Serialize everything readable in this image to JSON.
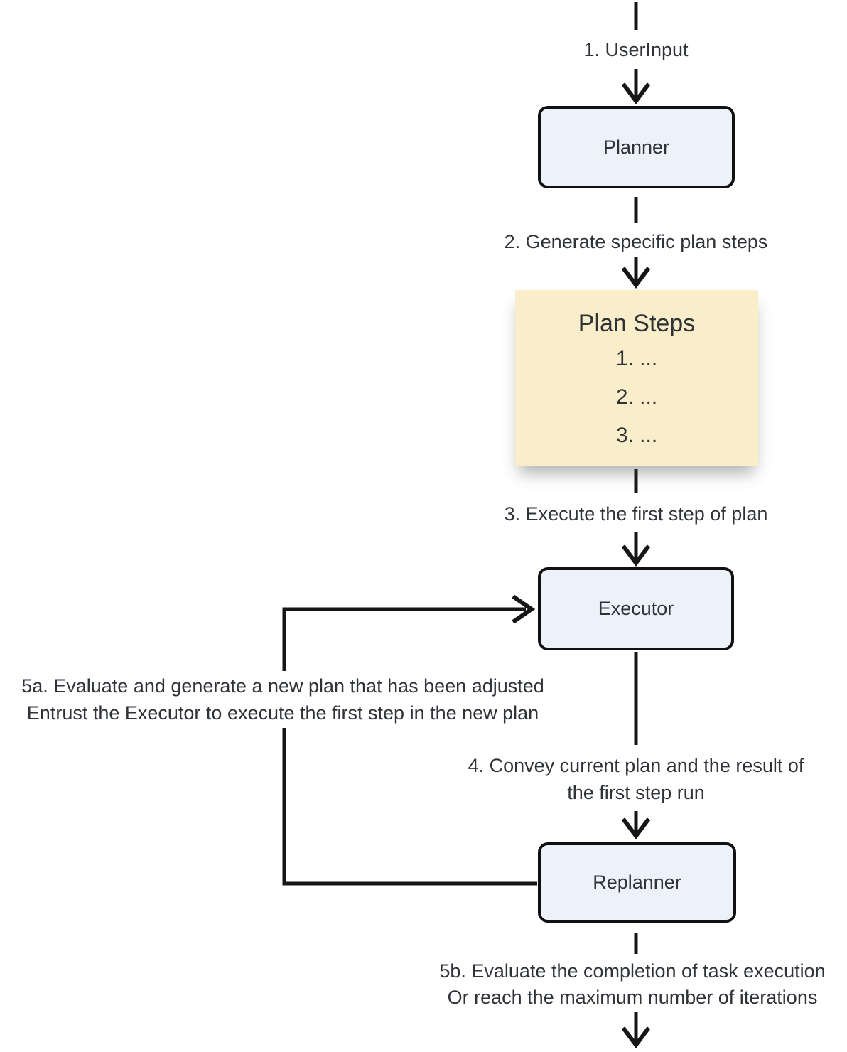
{
  "diagram": {
    "nodes": {
      "planner": {
        "label": "Planner"
      },
      "executor": {
        "label": "Executor"
      },
      "replanner": {
        "label": "Replanner"
      },
      "plan_steps": {
        "title": "Plan Steps",
        "items": [
          "1. ...",
          "2. ...",
          "3. ..."
        ]
      }
    },
    "edges": {
      "user_input": {
        "label": "1. UserInput"
      },
      "generate": {
        "label": "2. Generate specific plan steps"
      },
      "execute_first": {
        "label": "3. Execute the first step of plan"
      },
      "convey": {
        "line1": "4. Convey current plan and the result of",
        "line2": "the first step run"
      },
      "replan": {
        "line1": "5a. Evaluate and generate a new plan that has been adjusted",
        "line2": "Entrust the Executor to execute the first step in the new plan"
      },
      "finish": {
        "line1": "5b. Evaluate the completion of task execution",
        "line2": "Or reach the maximum number of iterations"
      }
    },
    "colors": {
      "node_fill": "#edf1fa",
      "node_border": "#111111",
      "plan_fill": "#faeeca",
      "line": "#161616",
      "text": "#2f3338"
    }
  }
}
